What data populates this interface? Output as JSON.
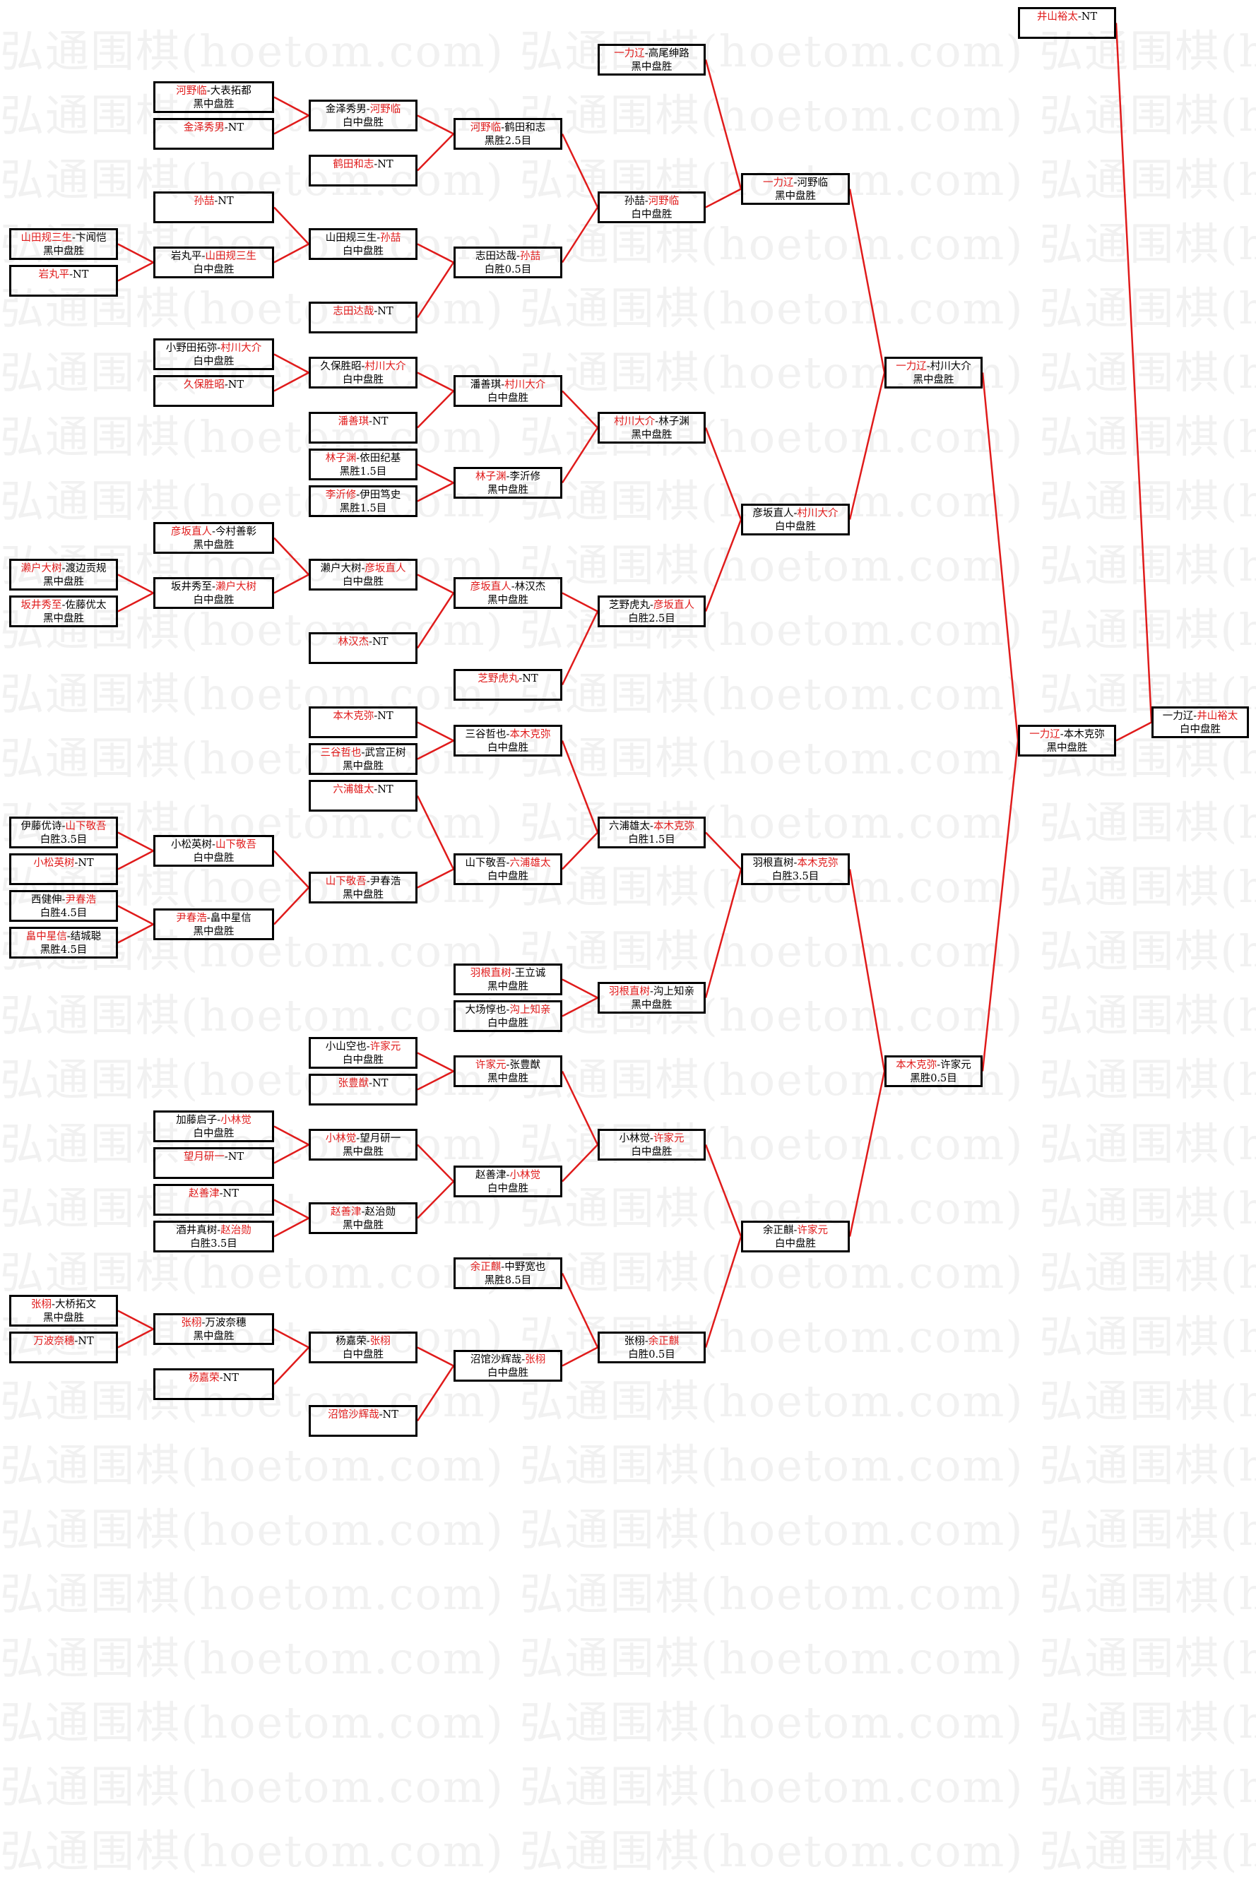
{
  "colors": {
    "winner": "#e01b1b",
    "connector": "#e01b1b",
    "box_border": "#000000",
    "watermark": "#f1f1f1"
  },
  "watermark_text": "弘通围棋(hoetom.com)",
  "nt_label": "NT",
  "matches": [
    {
      "id": "m01",
      "p1": "井山裕太",
      "p2": "NT",
      "winner": 1,
      "result": ""
    },
    {
      "id": "m02",
      "p1": "一力辽",
      "p2": "高尾绅路",
      "winner": 1,
      "result": "黑中盘胜"
    },
    {
      "id": "m03",
      "p1": "河野临",
      "p2": "大表拓都",
      "winner": 1,
      "result": "黑中盘胜"
    },
    {
      "id": "m04",
      "p1": "金泽秀男",
      "p2": "NT",
      "winner": 1,
      "result": ""
    },
    {
      "id": "m05",
      "p1": "金泽秀男",
      "p2": "河野临",
      "winner": 2,
      "result": "白中盘胜",
      "from": [
        "m03",
        "m04"
      ]
    },
    {
      "id": "m06",
      "p1": "河野临",
      "p2": "鹤田和志",
      "winner": 1,
      "result": "黑胜2.5目",
      "from": [
        "m05",
        "m07"
      ]
    },
    {
      "id": "m07",
      "p1": "鹤田和志",
      "p2": "NT",
      "winner": 1,
      "result": ""
    },
    {
      "id": "m08",
      "p1": "一力辽",
      "p2": "河野临",
      "winner": 1,
      "result": "黑中盘胜",
      "from": [
        "m02",
        "m09"
      ]
    },
    {
      "id": "m09",
      "p1": "孙喆",
      "p2": "河野临",
      "winner": 2,
      "result": "白中盘胜",
      "from": [
        "m06",
        "m14"
      ]
    },
    {
      "id": "m10",
      "p1": "孙喆",
      "p2": "NT",
      "winner": 1,
      "result": ""
    },
    {
      "id": "m11",
      "p1": "山田规三生",
      "p2": "卞闻恺",
      "winner": 1,
      "result": "黑中盘胜"
    },
    {
      "id": "m12",
      "p1": "山田规三生",
      "p2": "孙喆",
      "winner": 2,
      "result": "白中盘胜",
      "from": [
        "m10",
        "m13"
      ]
    },
    {
      "id": "m13",
      "p1": "岩丸平",
      "p2": "山田规三生",
      "winner": 2,
      "result": "白中盘胜",
      "from": [
        "m11",
        "m15"
      ]
    },
    {
      "id": "m14",
      "p1": "志田达哉",
      "p2": "孙喆",
      "winner": 2,
      "result": "白胜0.5目",
      "from": [
        "m12",
        "m16"
      ]
    },
    {
      "id": "m15",
      "p1": "岩丸平",
      "p2": "NT",
      "winner": 1,
      "result": ""
    },
    {
      "id": "m16",
      "p1": "志田达哉",
      "p2": "NT",
      "winner": 1,
      "result": ""
    },
    {
      "id": "m17",
      "p1": "小野田拓弥",
      "p2": "村川大介",
      "winner": 2,
      "result": "白中盘胜"
    },
    {
      "id": "m18",
      "p1": "一力辽",
      "p2": "村川大介",
      "winner": 1,
      "result": "黑中盘胜",
      "from": [
        "m08",
        "m26"
      ]
    },
    {
      "id": "m19",
      "p1": "久保胜昭",
      "p2": "村川大介",
      "winner": 2,
      "result": "白中盘胜",
      "from": [
        "m17",
        "m20"
      ]
    },
    {
      "id": "m20",
      "p1": "久保胜昭",
      "p2": "NT",
      "winner": 1,
      "result": ""
    },
    {
      "id": "m21",
      "p1": "潘善琪",
      "p2": "村川大介",
      "winner": 2,
      "result": "白中盘胜",
      "from": [
        "m19",
        "m22"
      ]
    },
    {
      "id": "m22",
      "p1": "潘善琪",
      "p2": "NT",
      "winner": 1,
      "result": ""
    },
    {
      "id": "m23",
      "p1": "村川大介",
      "p2": "林子渊",
      "winner": 1,
      "result": "黑中盘胜",
      "from": [
        "m21",
        "m25"
      ]
    },
    {
      "id": "m24",
      "p1": "林子渊",
      "p2": "依田纪基",
      "winner": 1,
      "result": "黑胜1.5目"
    },
    {
      "id": "m25",
      "p1": "林子渊",
      "p2": "李沂修",
      "winner": 1,
      "result": "黑中盘胜",
      "from": [
        "m24",
        "m27"
      ]
    },
    {
      "id": "m26",
      "p1": "彦坂直人",
      "p2": "村川大介",
      "winner": 2,
      "result": "白中盘胜",
      "from": [
        "m23",
        "m32"
      ]
    },
    {
      "id": "m27",
      "p1": "李沂修",
      "p2": "伊田笃史",
      "winner": 1,
      "result": "黑胜1.5目"
    },
    {
      "id": "m28",
      "p1": "彦坂直人",
      "p2": "今村善彰",
      "winner": 1,
      "result": "黑中盘胜"
    },
    {
      "id": "m29",
      "p1": "濑户大树",
      "p2": "渡边贡规",
      "winner": 1,
      "result": "黑中盘胜"
    },
    {
      "id": "m30",
      "p1": "濑户大树",
      "p2": "彦坂直人",
      "winner": 2,
      "result": "白中盘胜",
      "from": [
        "m28",
        "m33"
      ]
    },
    {
      "id": "m31",
      "p1": "彦坂直人",
      "p2": "林汉杰",
      "winner": 1,
      "result": "黑中盘胜",
      "from": [
        "m30",
        "m35"
      ]
    },
    {
      "id": "m32",
      "p1": "芝野虎丸",
      "p2": "彦坂直人",
      "winner": 2,
      "result": "白胜2.5目",
      "from": [
        "m31",
        "m36"
      ]
    },
    {
      "id": "m33",
      "p1": "坂井秀至",
      "p2": "濑户大树",
      "winner": 2,
      "result": "白中盘胜",
      "from": [
        "m29",
        "m34"
      ]
    },
    {
      "id": "m34",
      "p1": "坂井秀至",
      "p2": "佐藤优太",
      "winner": 1,
      "result": "黑中盘胜"
    },
    {
      "id": "m35",
      "p1": "林汉杰",
      "p2": "NT",
      "winner": 1,
      "result": ""
    },
    {
      "id": "m36",
      "p1": "芝野虎丸",
      "p2": "NT",
      "winner": 1,
      "result": ""
    },
    {
      "id": "m37",
      "p1": "本木克弥",
      "p2": "NT",
      "winner": 1,
      "result": ""
    },
    {
      "id": "m38",
      "p1": "一力辽",
      "p2": "井山裕太",
      "winner": 2,
      "result": "白中盘胜",
      "from": [
        "m01",
        "m40"
      ]
    },
    {
      "id": "m39",
      "p1": "三谷哲也",
      "p2": "本木克弥",
      "winner": 2,
      "result": "白中盘胜",
      "from": [
        "m37",
        "m41"
      ]
    },
    {
      "id": "m40",
      "p1": "一力辽",
      "p2": "本木克弥",
      "winner": 1,
      "result": "黑中盘胜",
      "from": [
        "m18",
        "m58"
      ]
    },
    {
      "id": "m41",
      "p1": "三谷哲也",
      "p2": "武宫正树",
      "winner": 1,
      "result": "黑中盘胜"
    },
    {
      "id": "m42",
      "p1": "六浦雄太",
      "p2": "NT",
      "winner": 1,
      "result": ""
    },
    {
      "id": "m43",
      "p1": "伊藤优诗",
      "p2": "山下敬吾",
      "winner": 2,
      "result": "白胜3.5目"
    },
    {
      "id": "m44",
      "p1": "六浦雄太",
      "p2": "本木克弥",
      "winner": 2,
      "result": "白胜1.5目",
      "from": [
        "m39",
        "m47"
      ]
    },
    {
      "id": "m45",
      "p1": "小松英树",
      "p2": "山下敬吾",
      "winner": 2,
      "result": "白中盘胜",
      "from": [
        "m43",
        "m46"
      ]
    },
    {
      "id": "m46",
      "p1": "小松英树",
      "p2": "NT",
      "winner": 1,
      "result": ""
    },
    {
      "id": "m47",
      "p1": "山下敬吾",
      "p2": "六浦雄太",
      "winner": 2,
      "result": "白中盘胜",
      "from": [
        "m42",
        "m49"
      ]
    },
    {
      "id": "m48",
      "p1": "羽根直树",
      "p2": "本木克弥",
      "winner": 2,
      "result": "白胜3.5目",
      "from": [
        "m44",
        "m55"
      ]
    },
    {
      "id": "m49",
      "p1": "山下敬吾",
      "p2": "尹春浩",
      "winner": 1,
      "result": "黑中盘胜",
      "from": [
        "m45",
        "m51"
      ]
    },
    {
      "id": "m50",
      "p1": "西健伸",
      "p2": "尹春浩",
      "winner": 2,
      "result": "白胜4.5目"
    },
    {
      "id": "m51",
      "p1": "尹春浩",
      "p2": "畠中星信",
      "winner": 1,
      "result": "黑中盘胜",
      "from": [
        "m50",
        "m52"
      ]
    },
    {
      "id": "m52",
      "p1": "畠中星信",
      "p2": "结城聪",
      "winner": 1,
      "result": "黑胜4.5目"
    },
    {
      "id": "m53",
      "p1": "羽根直树",
      "p2": "王立诚",
      "winner": 1,
      "result": "黑中盘胜"
    },
    {
      "id": "m55",
      "p1": "羽根直树",
      "p2": "沟上知亲",
      "winner": 1,
      "result": "黑中盘胜",
      "from": [
        "m53",
        "m56"
      ]
    },
    {
      "id": "m56",
      "p1": "大场惇也",
      "p2": "沟上知亲",
      "winner": 2,
      "result": "白中盘胜"
    },
    {
      "id": "m57",
      "p1": "小山空也",
      "p2": "许家元",
      "winner": 2,
      "result": "白中盘胜"
    },
    {
      "id": "m58",
      "p1": "本木克弥",
      "p2": "许家元",
      "winner": 1,
      "result": "黑胜0.5目",
      "from": [
        "m48",
        "m70"
      ]
    },
    {
      "id": "m59",
      "p1": "许家元",
      "p2": "张豊猷",
      "winner": 1,
      "result": "黑中盘胜",
      "from": [
        "m57",
        "m60"
      ]
    },
    {
      "id": "m60",
      "p1": "张豊猷",
      "p2": "NT",
      "winner": 1,
      "result": ""
    },
    {
      "id": "m61",
      "p1": "加藤启子",
      "p2": "小林觉",
      "winner": 2,
      "result": "白中盘胜"
    },
    {
      "id": "m62",
      "p1": "小林觉",
      "p2": "许家元",
      "winner": 2,
      "result": "白中盘胜",
      "from": [
        "m59",
        "m66"
      ]
    },
    {
      "id": "m63",
      "p1": "小林觉",
      "p2": "望月研一",
      "winner": 1,
      "result": "黑中盘胜",
      "from": [
        "m61",
        "m64"
      ]
    },
    {
      "id": "m64",
      "p1": "望月研一",
      "p2": "NT",
      "winner": 1,
      "result": ""
    },
    {
      "id": "m66",
      "p1": "赵善津",
      "p2": "小林觉",
      "winner": 2,
      "result": "白中盘胜",
      "from": [
        "m63",
        "m68"
      ]
    },
    {
      "id": "m67",
      "p1": "赵善津",
      "p2": "NT",
      "winner": 1,
      "result": ""
    },
    {
      "id": "m68",
      "p1": "赵善津",
      "p2": "赵治勋",
      "winner": 1,
      "result": "黑中盘胜",
      "from": [
        "m67",
        "m69"
      ]
    },
    {
      "id": "m69",
      "p1": "酒井真树",
      "p2": "赵治勋",
      "winner": 2,
      "result": "白胜3.5目"
    },
    {
      "id": "m70",
      "p1": "余正麒",
      "p2": "许家元",
      "winner": 2,
      "result": "白中盘胜",
      "from": [
        "m62",
        "m74"
      ]
    },
    {
      "id": "m71",
      "p1": "余正麒",
      "p2": "中野宽也",
      "winner": 1,
      "result": "黑胜8.5目"
    },
    {
      "id": "m72",
      "p1": "张栩",
      "p2": "大桥拓文",
      "winner": 1,
      "result": "黑中盘胜"
    },
    {
      "id": "m73",
      "p1": "张栩",
      "p2": "万波奈穗",
      "winner": 1,
      "result": "黑中盘胜",
      "from": [
        "m72",
        "m75"
      ]
    },
    {
      "id": "m74",
      "p1": "张栩",
      "p2": "余正麒",
      "winner": 2,
      "result": "白胜0.5目",
      "from": [
        "m71",
        "m78"
      ]
    },
    {
      "id": "m75",
      "p1": "万波奈穗",
      "p2": "NT",
      "winner": 1,
      "result": ""
    },
    {
      "id": "m76",
      "p1": "杨嘉荣",
      "p2": "张栩",
      "winner": 2,
      "result": "白中盘胜",
      "from": [
        "m73",
        "m77"
      ]
    },
    {
      "id": "m77",
      "p1": "杨嘉荣",
      "p2": "NT",
      "winner": 1,
      "result": ""
    },
    {
      "id": "m78",
      "p1": "沼馆沙辉哉",
      "p2": "张栩",
      "winner": 2,
      "result": "白中盘胜",
      "from": [
        "m76",
        "m79"
      ]
    },
    {
      "id": "m79",
      "p1": "沼馆沙辉哉",
      "p2": "NT",
      "winner": 1,
      "result": ""
    }
  ]
}
